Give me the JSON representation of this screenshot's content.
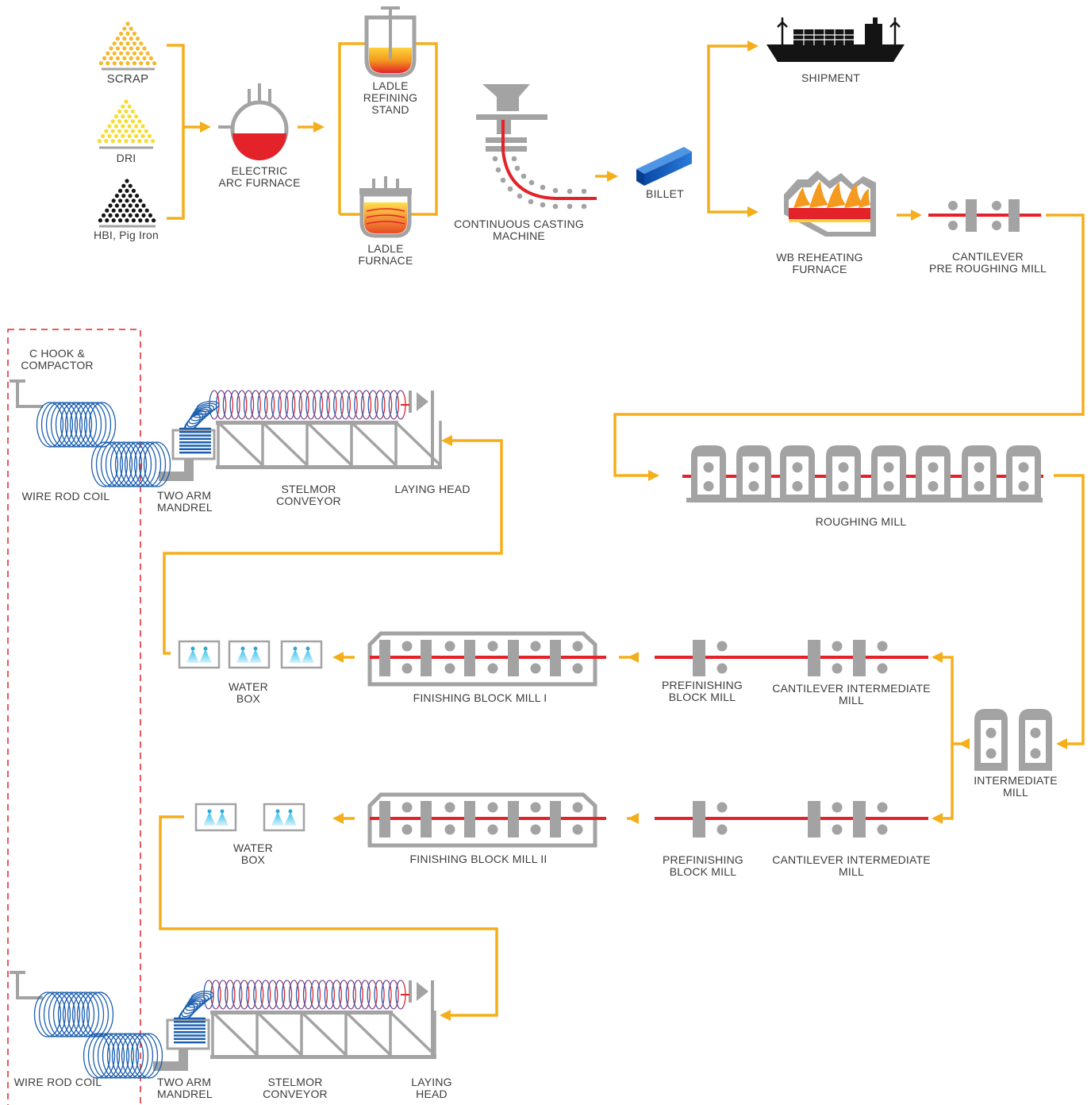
{
  "colors": {
    "flow": "#f5ae1b",
    "steel": "#a3a3a3",
    "hot_metal": "#e3222a",
    "blue": "#1c5fb0",
    "dashed_box": "#e3222a",
    "text": "#3d3d3d"
  },
  "inputs": {
    "scrap": "SCRAP",
    "dri": "DRI",
    "hbi": "HBI, Pig Iron"
  },
  "melt_shop": {
    "eaf": "ELECTRIC\nARC FURNACE",
    "lrs": "LADLE\nREFINING\nSTAND",
    "ladle_furnace": "LADLE\nFURNACE",
    "ccm": "CONTINUOUS CASTING\nMACHINE",
    "billet": "BILLET"
  },
  "dispatch": {
    "shipment": "SHIPMENT"
  },
  "rolling": {
    "reheating": "WB REHEATING\nFURNACE",
    "pre_roughing": "CANTILEVER\nPRE ROUGHING MILL",
    "roughing": "ROUGHING MILL",
    "intermediate": "INTERMEDIATE\nMILL",
    "cantilever_1": "CANTILEVER INTERMEDIATE\nMILL",
    "prefinishing_1": "PREFINISHING\nBLOCK MILL",
    "finishing_1": "FINISHING BLOCK MILL I",
    "water_box_1": "WATER\nBOX",
    "cantilever_2": "CANTILEVER INTERMEDIATE\nMILL",
    "prefinishing_2": "PREFINISHING\nBLOCK MILL",
    "finishing_2": "FINISHING BLOCK MILL II",
    "water_box_2": "WATER\nBOX"
  },
  "line_1": {
    "c_hook": "C HOOK &\nCOMPACTOR",
    "coil": "WIRE ROD COIL",
    "mandrel": "TWO ARM\nMANDREL",
    "conveyor": "STELMOR\nCONVEYOR",
    "laying_head": "LAYING HEAD"
  },
  "line_2": {
    "coil": "WIRE ROD COIL",
    "mandrel": "TWO ARM\nMANDREL",
    "conveyor": "STELMOR\nCONVEYOR",
    "laying_head": "LAYING\nHEAD"
  }
}
